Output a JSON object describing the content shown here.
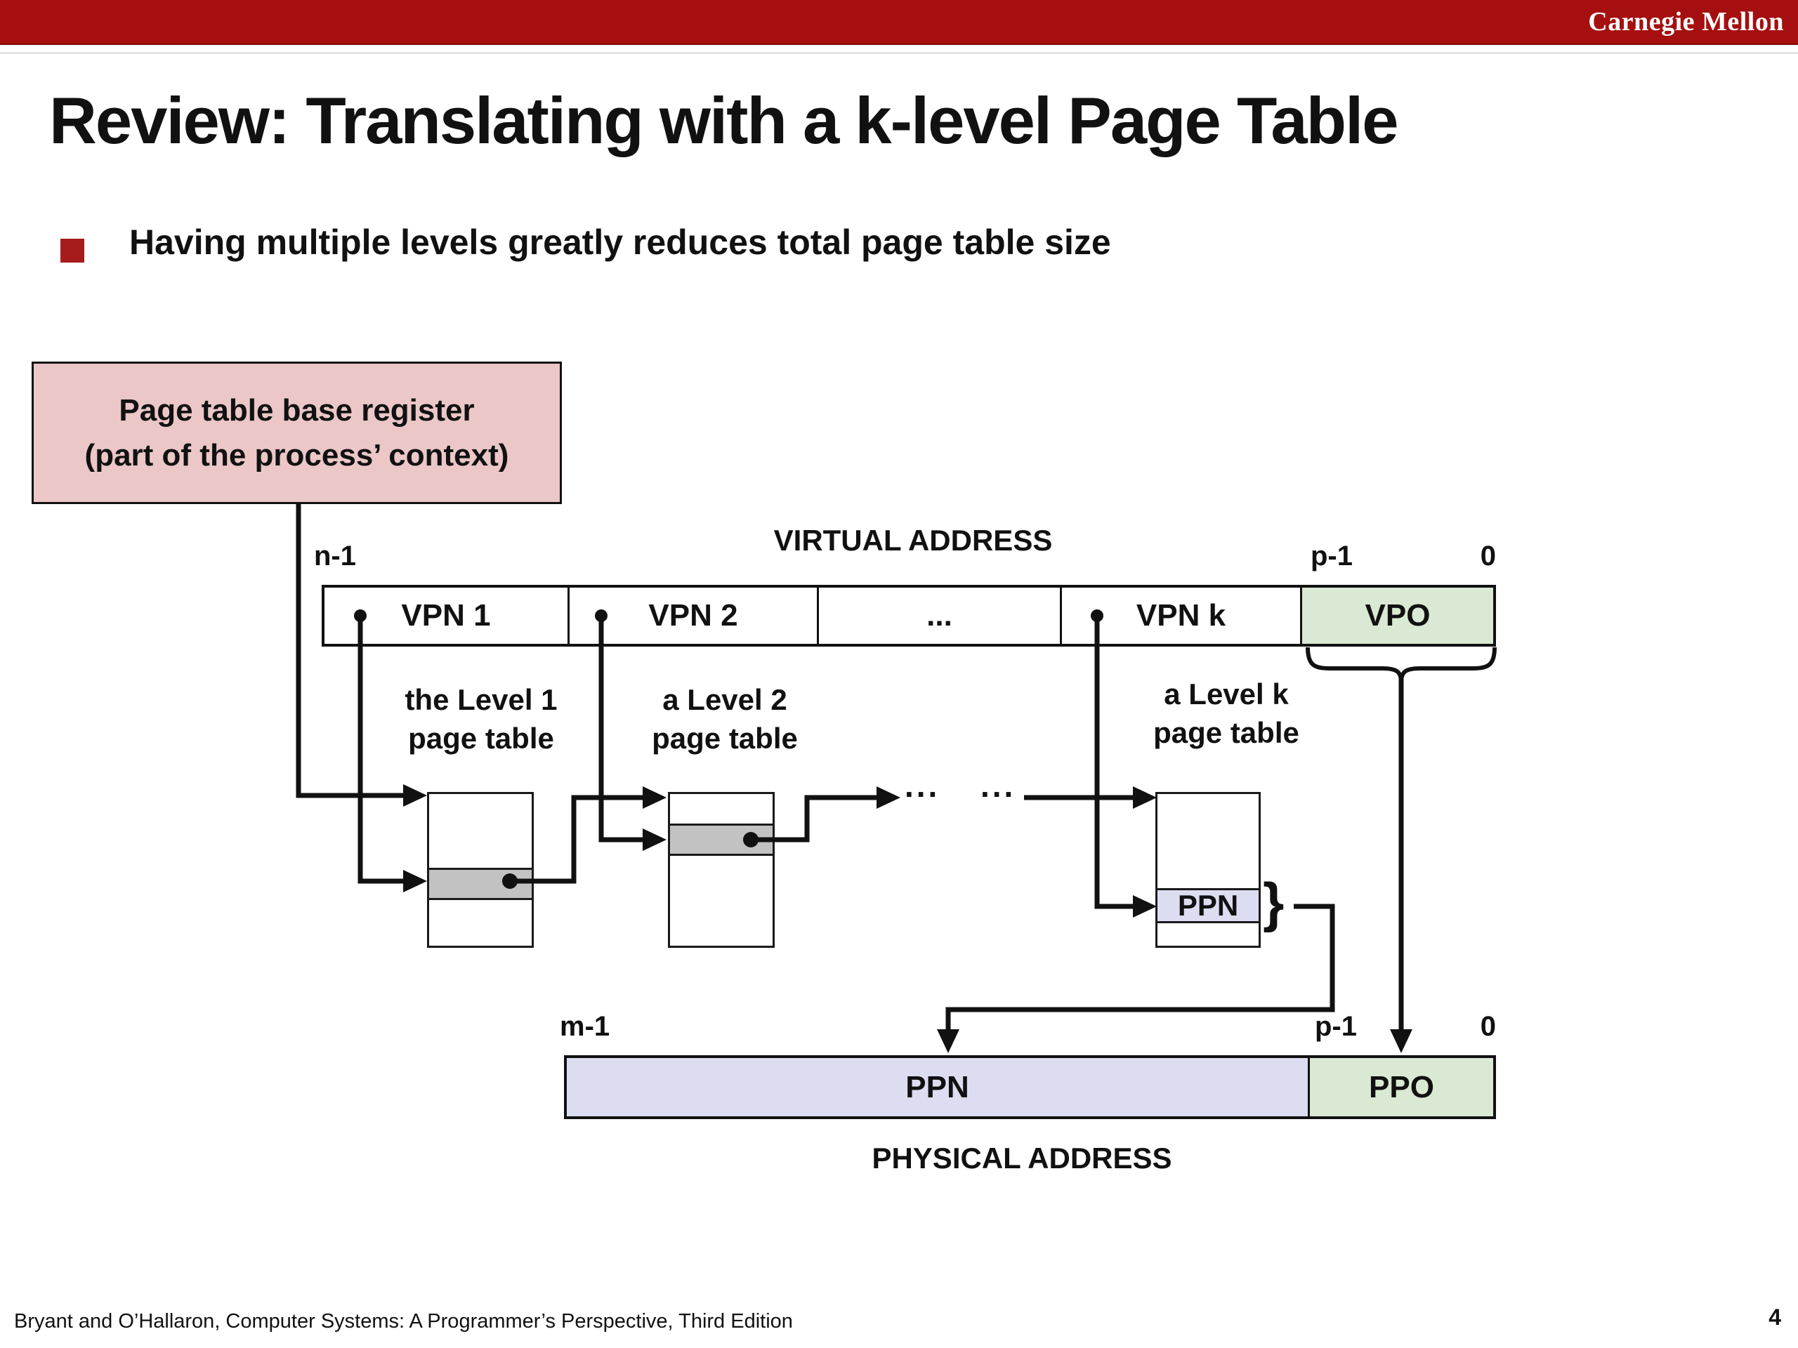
{
  "header": {
    "brand": "Carnegie Mellon"
  },
  "title": "Review: Translating with a k-level Page Table",
  "bullet": {
    "text": "Having multiple levels greatly reduces total page table size"
  },
  "ptbr_box": {
    "line1": "Page table base register",
    "line2": "(part of the process’ context)"
  },
  "virtual_address": {
    "label": "VIRTUAL ADDRESS",
    "bit_high": "n-1",
    "bit_p": "p-1",
    "bit_low": "0",
    "segments": [
      {
        "label": "VPN 1"
      },
      {
        "label": "VPN 2"
      },
      {
        "label": "..."
      },
      {
        "label": "VPN k"
      },
      {
        "label": "VPO"
      }
    ]
  },
  "tables": {
    "level1": {
      "line1": "the Level 1",
      "line2": "page table"
    },
    "level2": {
      "line1": "a Level 2",
      "line2": "page table"
    },
    "levelk": {
      "line1": "a Level k",
      "line2": "page table"
    },
    "ppn_entry": "PPN",
    "brace": "}",
    "ellipsis_left": "...",
    "ellipsis_right": "..."
  },
  "physical_address": {
    "label": "PHYSICAL ADDRESS",
    "bit_high": "m-1",
    "bit_p": "p-1",
    "bit_low": "0",
    "ppn_label": "PPN",
    "ppo_label": "PPO"
  },
  "footer": {
    "citation": "Bryant and O’Hallaron, Computer Systems: A Programmer’s Perspective, Third Edition",
    "page": "4"
  },
  "colors": {
    "header_red": "#A50F0F",
    "bullet_red": "#A61B1B",
    "ptbr_pink": "#EBC7C7",
    "offset_green": "#D9E9D3",
    "ppn_lavender": "#DCDDF1",
    "entry_gray": "#C2C2C2",
    "line_black": "#111111"
  }
}
